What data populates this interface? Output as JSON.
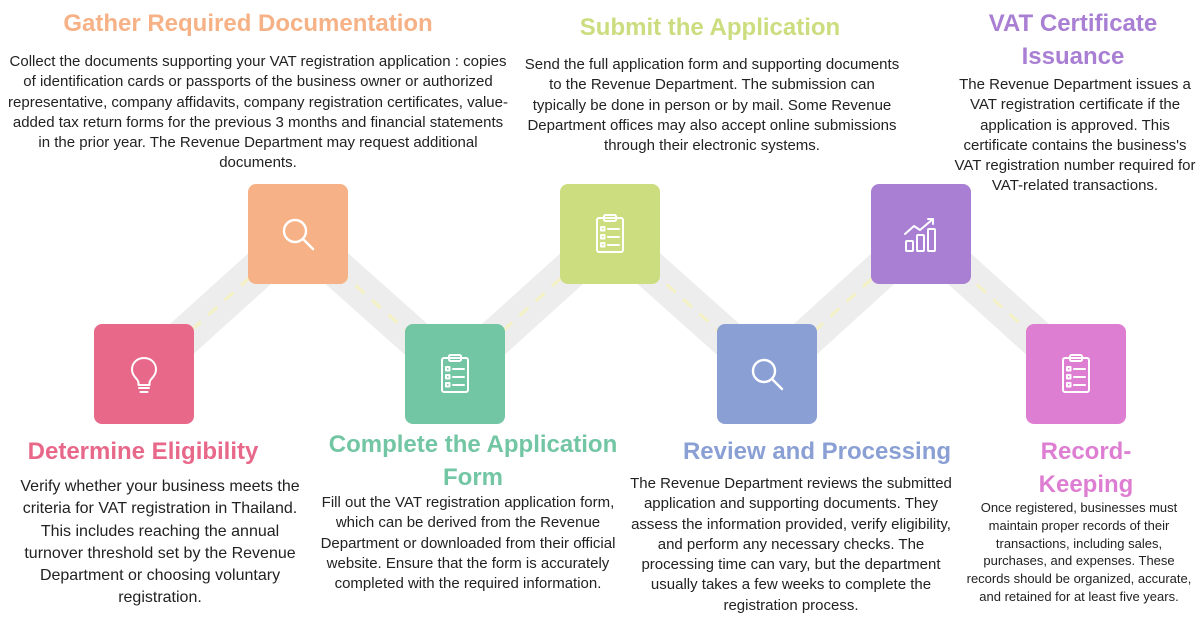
{
  "colors": {
    "orange": "#F6B286",
    "green_yellow": "#CBDD7E",
    "purple": "#A97FD3",
    "pink": "#E8688A",
    "teal": "#73C6A4",
    "blue": "#8A9FD4",
    "magenta": "#DE7ED2",
    "road": "#EDEDED",
    "road_dash": "#F4F1C4"
  },
  "steps": [
    {
      "title": "Determine Eligibility",
      "icon": "lightbulb-icon",
      "description": "Verify whether your business meets the criteria for VAT registration in Thailand. This includes reaching the annual turnover threshold set by the Revenue Department or choosing voluntary registration."
    },
    {
      "title": "Gather Required Documentation",
      "icon": "magnifier-icon",
      "description": "Collect the documents supporting your VAT registration application : copies of identification cards or passports of the business owner or authorized representative, company affidavits, company registration certificates, value-added tax return forms for the previous 3 months and financial statements in the prior year. The Revenue Department may request additional documents."
    },
    {
      "title": "Complete the Application Form",
      "icon": "clipboard-icon",
      "description": "Fill out the VAT registration application form, which can be derived from the Revenue Department or downloaded from their official website. Ensure that the form is accurately completed with the required information."
    },
    {
      "title": "Submit the Application",
      "icon": "clipboard-icon",
      "description": "Send the full application form and supporting documents to the Revenue Department. The submission can typically be done in person or by mail. Some Revenue Department offices may also accept online submissions through their electronic systems."
    },
    {
      "title": "Review and Processing",
      "icon": "magnifier-icon",
      "description": "The Revenue Department reviews the submitted application and supporting documents. They assess the information provided, verify eligibility, and perform any necessary checks. The processing time can vary, but the department usually takes a few weeks to complete the registration process."
    },
    {
      "title": "VAT Certificate Issuance",
      "icon": "growth-chart-icon",
      "description": "The Revenue Department issues a VAT registration certificate if the application is approved. This certificate contains the business's VAT registration number required for VAT-related transactions."
    },
    {
      "title": "Record-Keeping",
      "icon": "clipboard-icon",
      "description": "Once registered, businesses must maintain proper records of their transactions, including sales, purchases, and expenses. These records should be organized, accurate, and retained for at least five years."
    }
  ]
}
